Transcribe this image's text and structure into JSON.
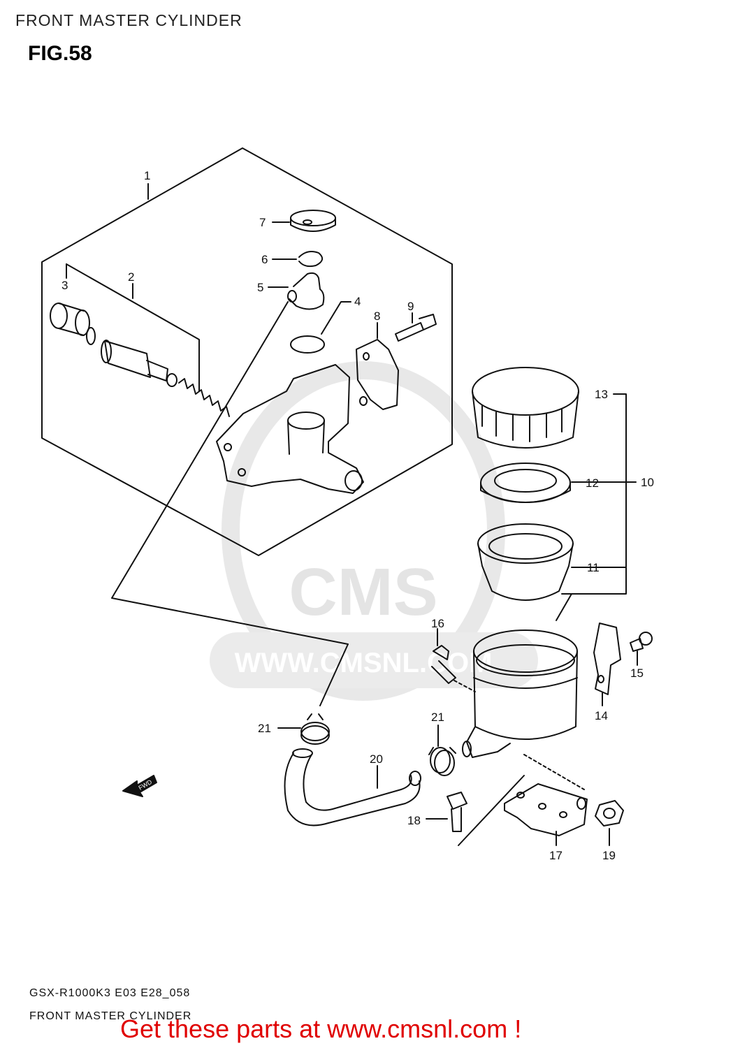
{
  "header": {
    "title": "FRONT MASTER CYLINDER",
    "figure": "FIG.58"
  },
  "callouts": {
    "p1": "1",
    "p2": "2",
    "p3": "3",
    "p4": "4",
    "p5": "5",
    "p6": "6",
    "p7": "7",
    "p8": "8",
    "p9": "9",
    "p10": "10",
    "p11": "11",
    "p12": "12",
    "p13": "13",
    "p14": "14",
    "p15": "15",
    "p16": "16",
    "p17": "17",
    "p18": "18",
    "p19": "19",
    "p20": "20",
    "p21a": "21",
    "p21b": "21"
  },
  "fwd_label": "FWD",
  "watermark": {
    "logo": "CMS",
    "url": "WWW.CMSNL.COM"
  },
  "footer": {
    "model_code": "GSX-R1000K3 E03 E28_058",
    "title": "FRONT MASTER CYLINDER",
    "promo": "Get these parts at www.cmsnl.com !"
  },
  "colors": {
    "promo": "#e00000",
    "line": "#111111",
    "watermark": "#e2e2e2"
  }
}
